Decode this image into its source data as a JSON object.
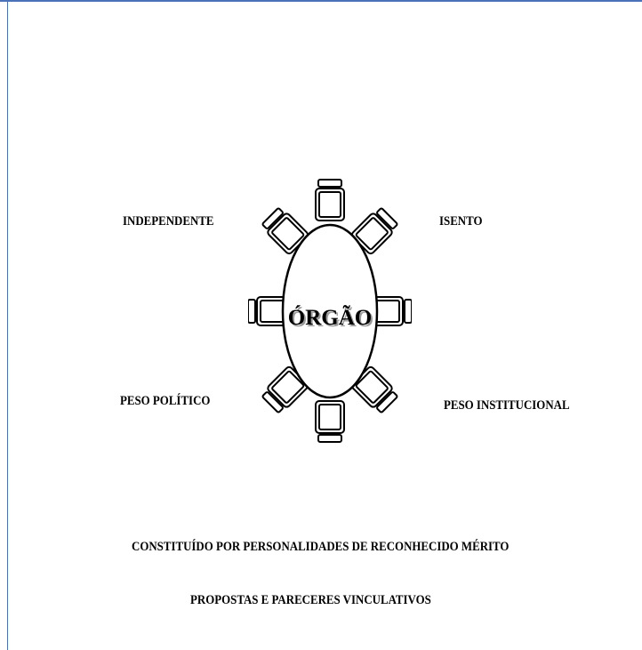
{
  "diagram": {
    "center_label": "ÓRGÃO",
    "top_left": "INDEPENDENTE",
    "top_right": "ISENTO",
    "bottom_left": "PESO POLÍTICO",
    "bottom_right": "PESO INSTITUCIONAL",
    "footer_line1": "CONSTITUÍDO POR PERSONALIDADES DE RECONHECIDO MÉRITO",
    "footer_line2": "PROPOSTAS E PARECERES VINCULATIVOS"
  }
}
